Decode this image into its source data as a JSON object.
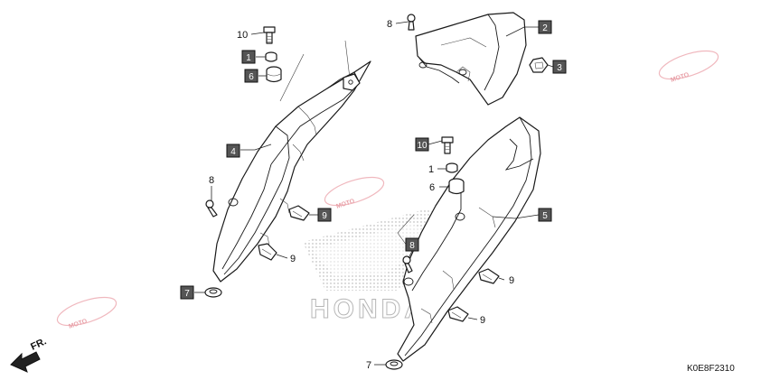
{
  "drawing_code": "K0E8F2310",
  "direction_label": "FR.",
  "watermark_text": "MOTO",
  "watermark_color": "#d94f5c",
  "watermark_accent": "#5b7fd0",
  "emblem_text": "HONDA",
  "callouts": {
    "c1": "1",
    "c2": "2",
    "c3": "3",
    "c4": "4",
    "c5": "5",
    "c6": "6",
    "c7": "7",
    "c8": "8",
    "c9": "9",
    "c10": "10"
  }
}
